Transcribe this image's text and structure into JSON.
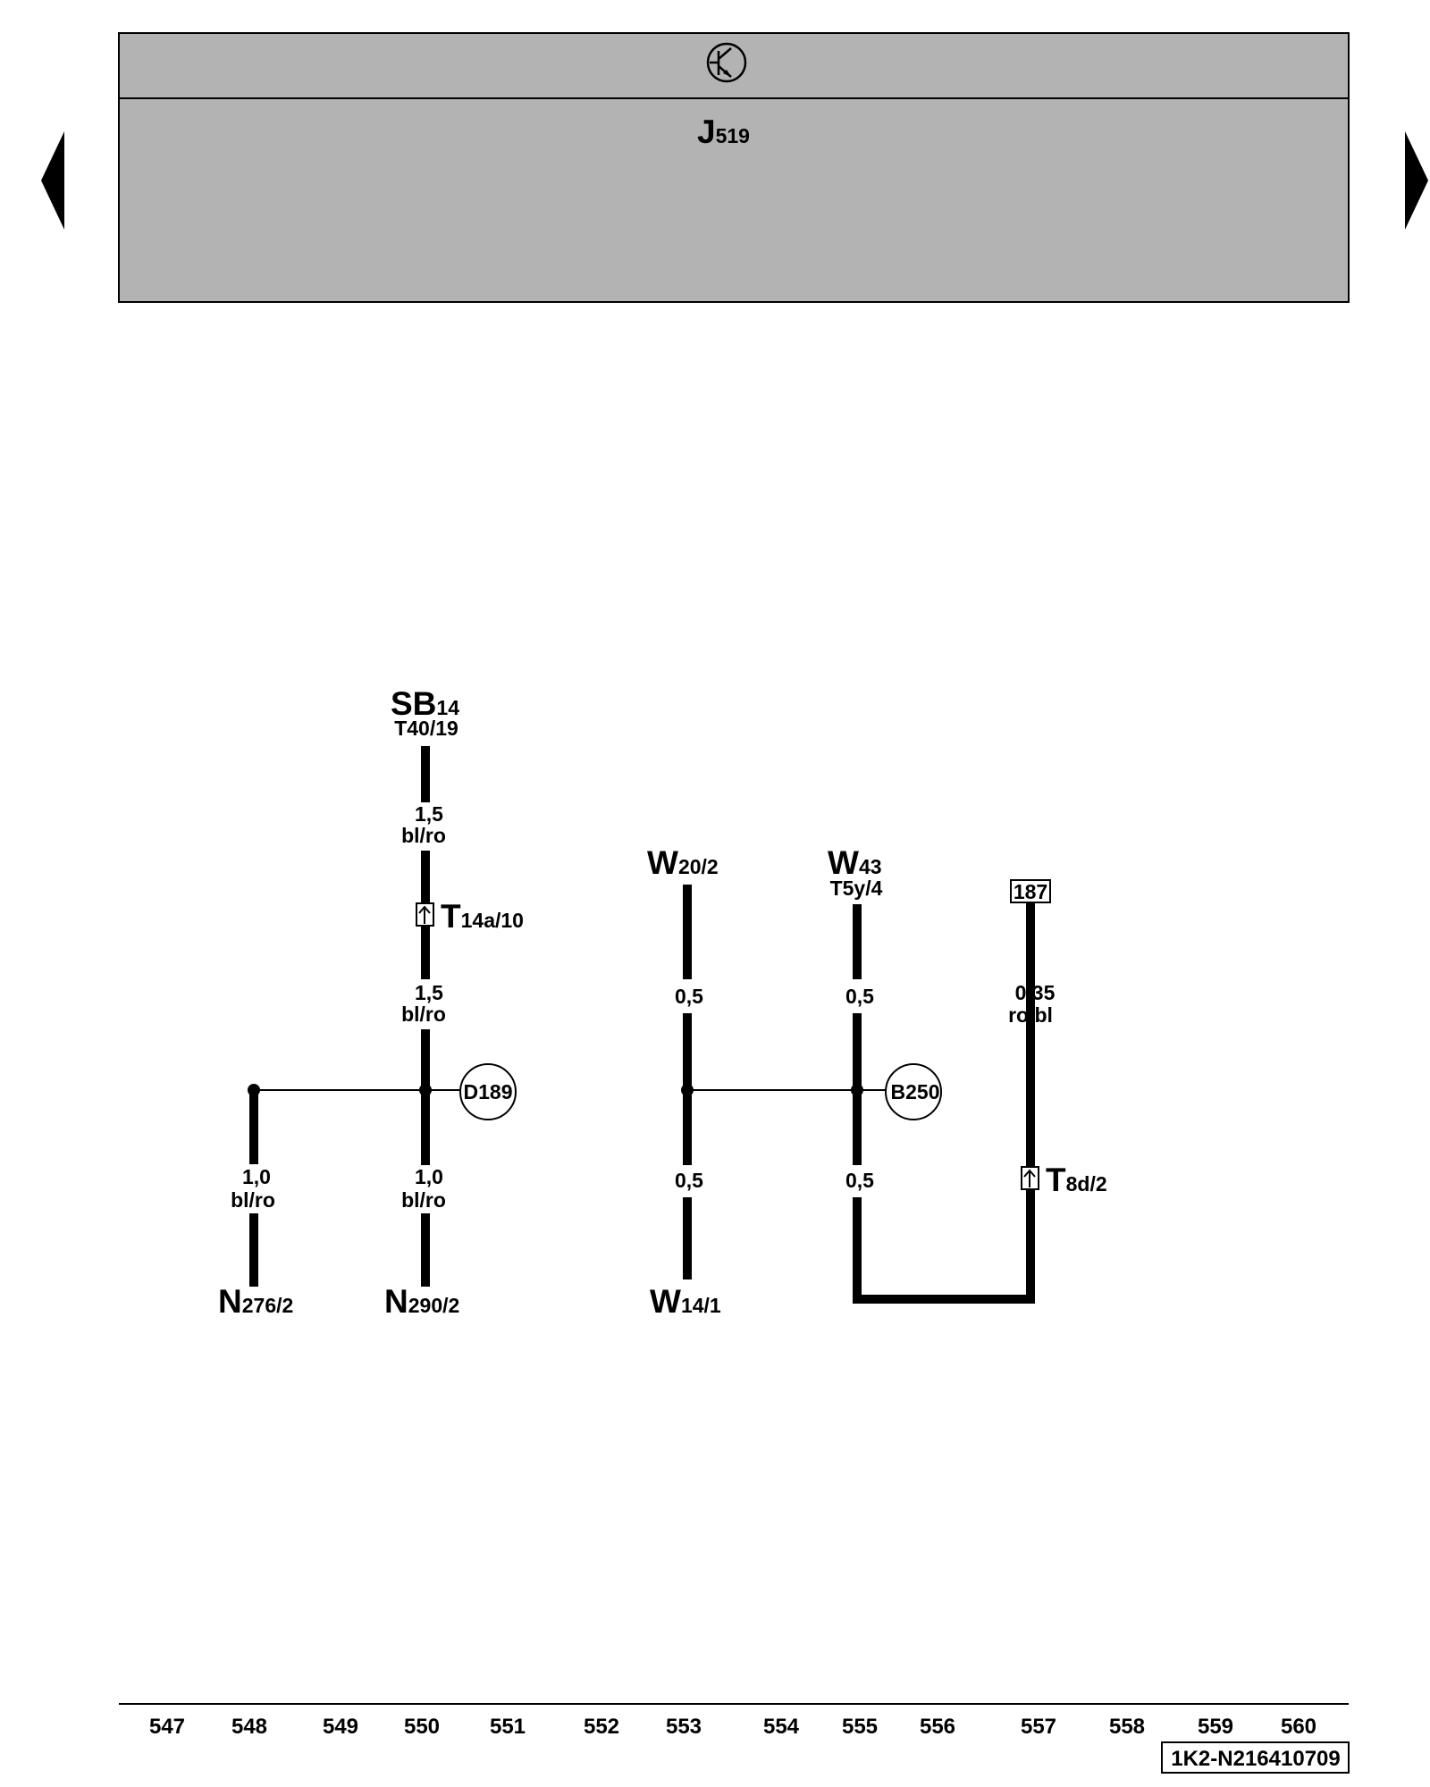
{
  "header": {
    "module_main": "J",
    "module_sub": "519",
    "symbol_icon": "transistor-icon"
  },
  "nav": {
    "prev_icon": "triangle-left-icon",
    "next_icon": "triangle-right-icon"
  },
  "connections": {
    "sb14": {
      "main": "SB",
      "sub": "14",
      "pin": "T40/19"
    },
    "t14a": {
      "main": "T",
      "sub": "14a/10"
    },
    "d189": "D189",
    "n276": {
      "main": "N",
      "sub": "276/2"
    },
    "n290": {
      "main": "N",
      "sub": "290/2"
    },
    "w20": {
      "main": "W",
      "sub": "20/2"
    },
    "w14": {
      "main": "W",
      "sub": "14/1"
    },
    "w43": {
      "main": "W",
      "sub": "43",
      "pin": "T5y/4"
    },
    "b250": "B250",
    "ref187": "187",
    "t8d": {
      "main": "T",
      "sub": "8d/2"
    }
  },
  "wires": {
    "w550_top": {
      "size": "1,5",
      "color": "bl/ro"
    },
    "w550_mid": {
      "size": "1,5",
      "color": "bl/ro"
    },
    "w548_bot": {
      "size": "1,0",
      "color": "bl/ro"
    },
    "w550_bot": {
      "size": "1,0",
      "color": "bl/ro"
    },
    "w553_top": {
      "size": "0,5"
    },
    "w553_bot": {
      "size": "0,5"
    },
    "w555_top": {
      "size": "0,5"
    },
    "w555_bot": {
      "size": "0,5"
    },
    "w557_top": {
      "size": "0,35",
      "color": "ro/bl"
    }
  },
  "footer": {
    "columns": [
      "547",
      "548",
      "549",
      "550",
      "551",
      "552",
      "553",
      "554",
      "555",
      "556",
      "557",
      "558",
      "559",
      "560"
    ],
    "doc_id": "1K2-N216410709"
  }
}
